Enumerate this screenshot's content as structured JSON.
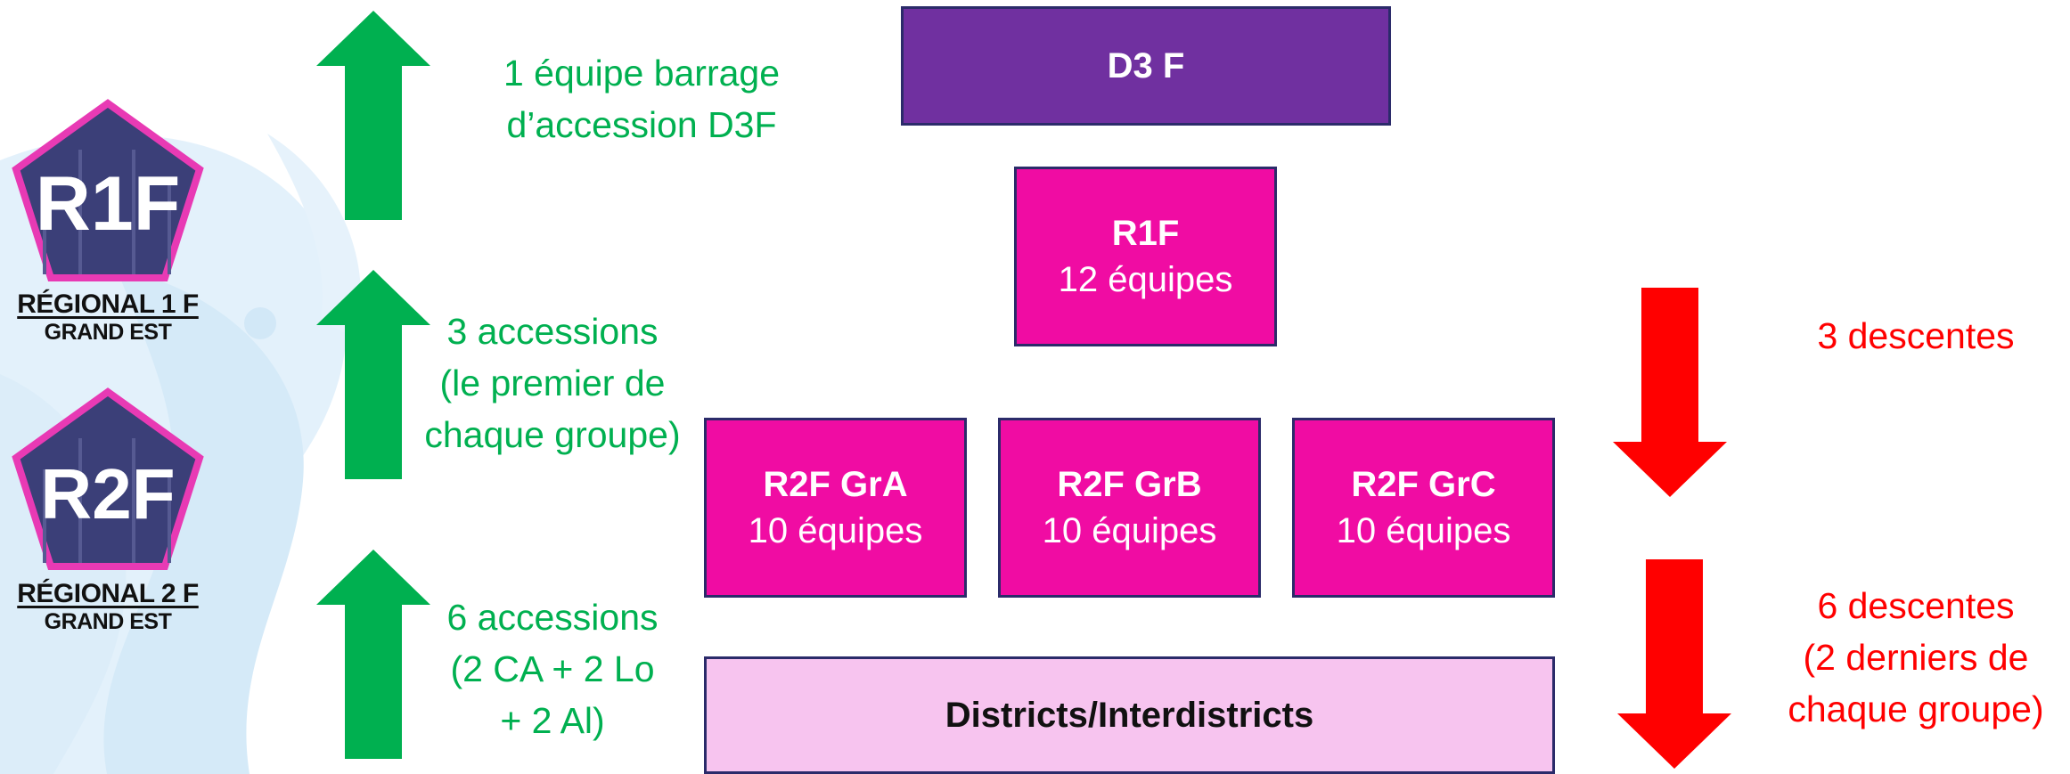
{
  "levels": {
    "d3f": {
      "title": "D3 F"
    },
    "r1f": {
      "title": "R1F",
      "subtitle": "12 équipes"
    },
    "r2f_groups": [
      {
        "title": "R2F GrA",
        "subtitle": "10 équipes"
      },
      {
        "title": "R2F GrB",
        "subtitle": "10 équipes"
      },
      {
        "title": "R2F GrC",
        "subtitle": "10 équipes"
      }
    ],
    "districts": {
      "title": "Districts/Interdistricts"
    }
  },
  "promotions": {
    "to_d3f": [
      "1 équipe barrage",
      "d’accession D3F"
    ],
    "to_r1f": [
      "3 accessions",
      "(le premier de",
      "chaque groupe)"
    ],
    "to_r2f": [
      "6 accessions",
      "(2 CA + 2 Lo",
      "+ 2 Al)"
    ]
  },
  "relegations": {
    "from_r1f": [
      "3 descentes"
    ],
    "from_r2f": [
      "6 descentes",
      "(2 derniers de",
      "chaque groupe)"
    ]
  },
  "logos": {
    "r1f": {
      "badge": "R1F",
      "caption_line1": "RÉGIONAL 1 F",
      "caption_line2": "GRAND EST"
    },
    "r2f": {
      "badge": "R2F",
      "caption_line1": "RÉGIONAL 2 F",
      "caption_line2": "GRAND EST"
    }
  },
  "colors": {
    "promotion_green": "#00b050",
    "relegation_red": "#ff0000",
    "d3f_purple": "#7030a0",
    "regional_pink": "#f00ca3",
    "district_light_pink": "#f7c4ef",
    "logo_border_pink": "#e83ab4",
    "logo_fill_navy": "#3b3f78"
  }
}
